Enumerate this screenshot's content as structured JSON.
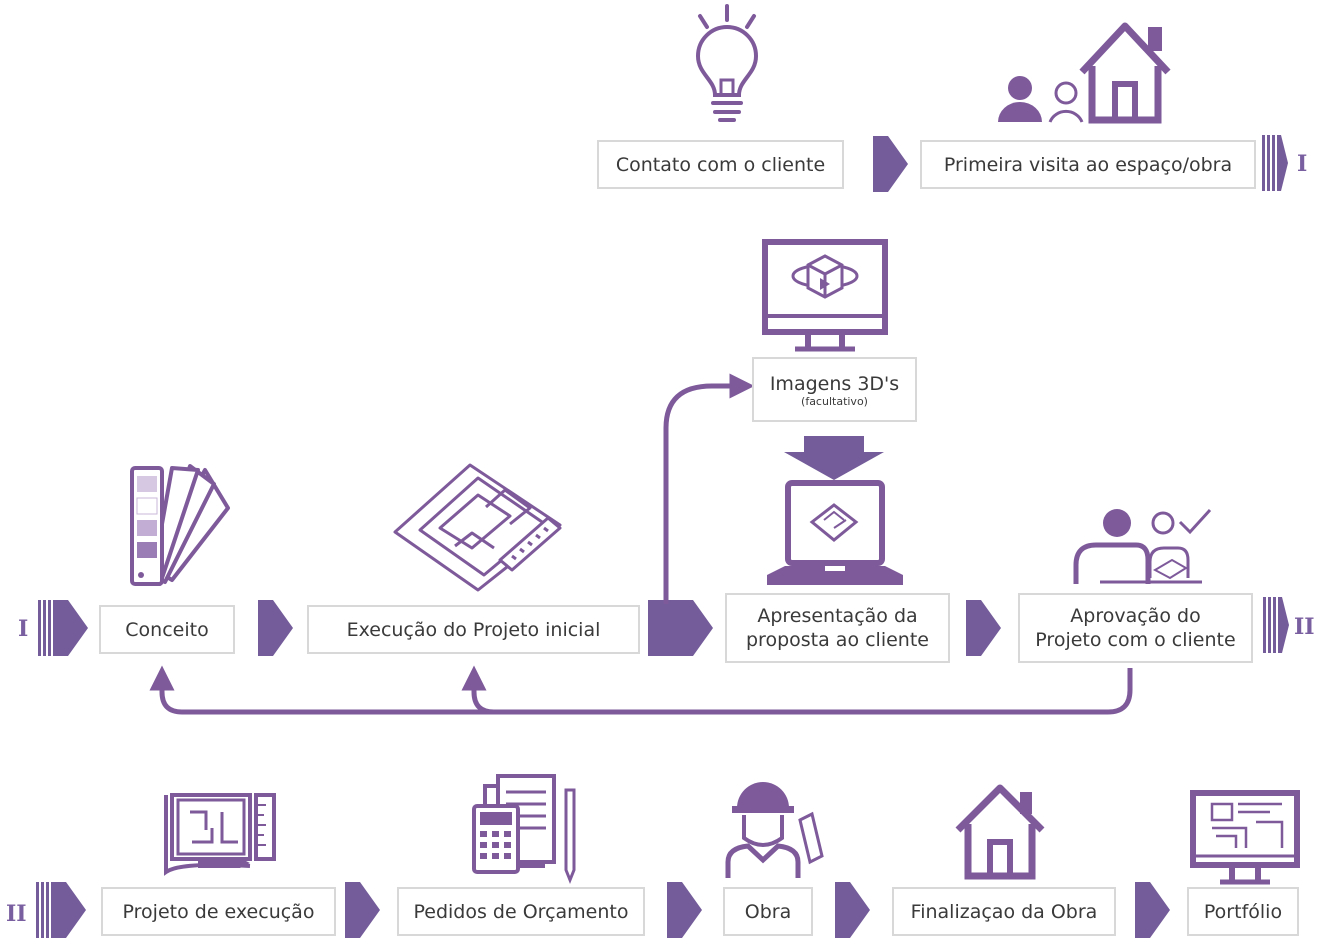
{
  "steps": {
    "contato": "Contato com o cliente",
    "primeira_visita": "Primeira visita ao espaço/obra",
    "imagens_3d": "Imagens 3D's",
    "imagens_3d_note": "(facultativo)",
    "conceito": "Conceito",
    "execucao_inicial": "Execução do Projeto inicial",
    "apresentacao_1": "Apresentação da",
    "apresentacao_2": "proposta ao cliente",
    "aprovacao_1": "Aprovação do",
    "aprovacao_2": "Projeto com o cliente",
    "projeto_execucao": "Projeto de execução",
    "pedidos_orcamento": "Pedidos de Orçamento",
    "obra": "Obra",
    "finalizacao": "Finalizaçao da Obra",
    "portfolio": "Portfólio"
  },
  "markers": {
    "one": "I",
    "two": "II"
  },
  "icons": [
    "lightbulb-icon",
    "house-visit-icon",
    "monitor-3d-icon",
    "color-swatch-icon",
    "blueprint-icon",
    "laptop-plan-icon",
    "approval-icon",
    "plan-ruler-icon",
    "calculator-document-icon",
    "engineer-icon",
    "house-icon",
    "portfolio-monitor-icon"
  ],
  "colors": {
    "accent": "#7e5a9b",
    "arrow": "#735c99",
    "box_border": "#d8d8d8",
    "text": "#3a3a3a"
  }
}
